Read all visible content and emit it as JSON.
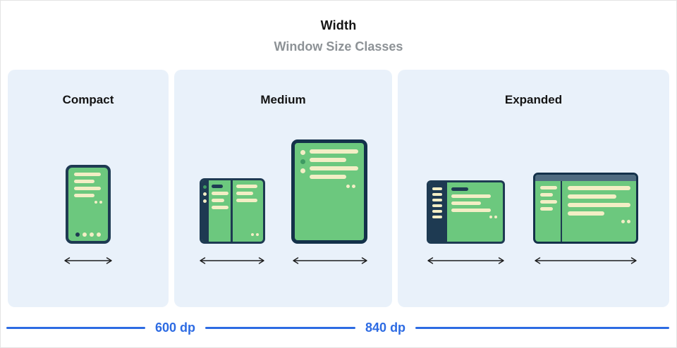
{
  "header": {
    "title": "Width",
    "subtitle": "Window Size Classes"
  },
  "panels": [
    {
      "label": "Compact",
      "illustrations": [
        "phone"
      ]
    },
    {
      "label": "Medium",
      "illustrations": [
        "foldable",
        "tablet-portrait"
      ]
    },
    {
      "label": "Expanded",
      "illustrations": [
        "desktop",
        "large-desktop"
      ]
    }
  ],
  "ruler": {
    "breakpoints": [
      "600 dp",
      "840 dp"
    ]
  },
  "icons": {
    "width_arrow": "double-headed-horizontal-arrow"
  },
  "colors": {
    "accent_blue": "#2d6be3",
    "panel_bg": "#e9f1fa",
    "device_navy": "#1e3a52",
    "screen_green": "#6cc87e",
    "line_cream": "#f3eec5",
    "titlebar_slate": "#4f6b80",
    "subtitle_gray": "#8d9296"
  }
}
